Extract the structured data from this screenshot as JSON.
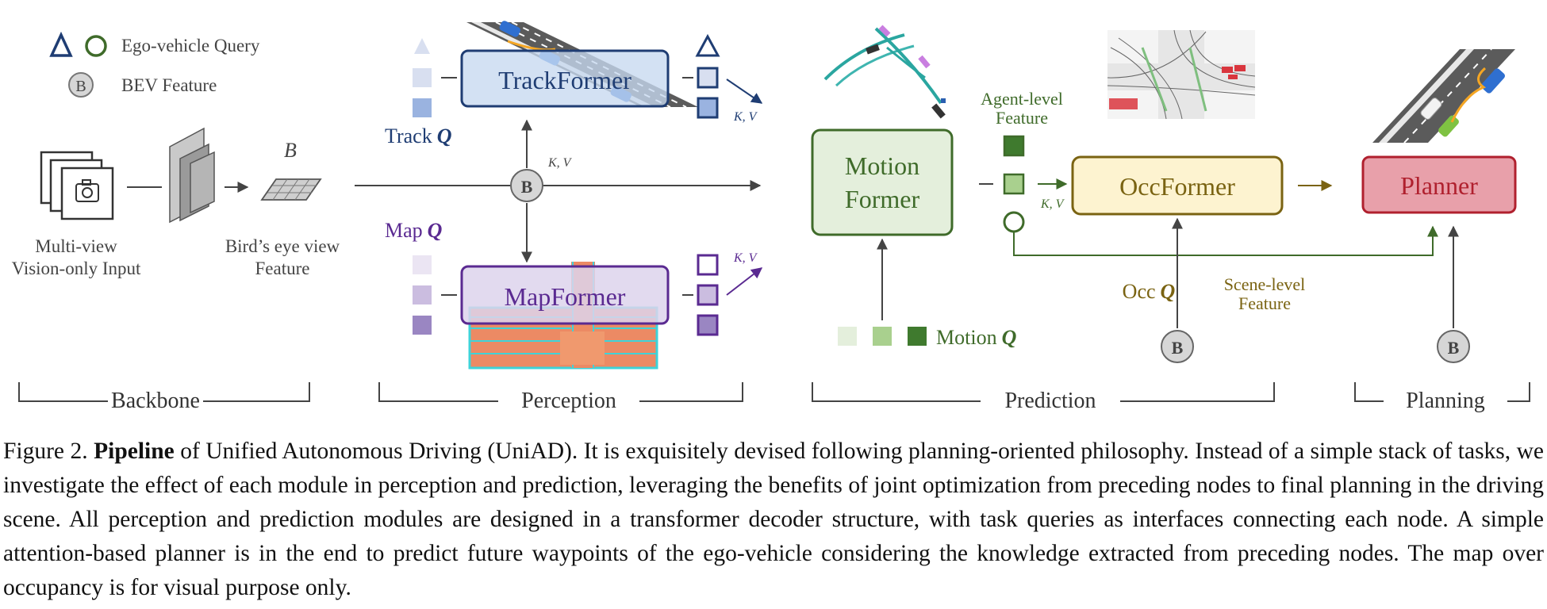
{
  "legend": {
    "query_label": "Ego-vehicle Query",
    "bev_label": "BEV Feature",
    "bev_glyph": "B"
  },
  "backbone": {
    "input_label_line1": "Multi-view",
    "input_label_line2": "Vision-only Input",
    "bev_symbol": "B",
    "bev_label_line1": "Bird’s eye view",
    "bev_label_line2": "Feature"
  },
  "modules": {
    "trackformer": "TrackFormer",
    "mapformer": "MapFormer",
    "motion_line1": "Motion",
    "motion_line2": "Former",
    "occformer": "OccFormer",
    "planner": "Planner"
  },
  "queries": {
    "track_text": "Track",
    "map_text": "Map",
    "motion_text": "Motion",
    "occ_text": "Occ",
    "q_symbol": "Q"
  },
  "labels": {
    "kv": "K, V",
    "agent_line1": "Agent-level",
    "agent_line2": "Feature",
    "scene_line1": "Scene-level",
    "scene_line2": "Feature"
  },
  "stages": {
    "backbone": "Backbone",
    "perception": "Perception",
    "prediction": "Prediction",
    "planning": "Planning"
  },
  "caption": {
    "prefix": "Figure 2.",
    "bold": "Pipeline",
    "text": "of Unified Autonomous Driving (UniAD). It is exquisitely devised following planning-oriented philosophy. Instead of a simple stack of tasks, we investigate the effect of each module in perception and prediction, leveraging the benefits of joint optimization from preceding nodes to final planning in the driving scene. All perception and prediction modules are designed in a transformer decoder structure, with task queries as interfaces connecting each node. A simple attention-based planner is in the end to predict future waypoints of the ego-vehicle considering the knowledge extracted from preceding nodes. The map over occupancy is for visual purpose only."
  },
  "colors": {
    "track": "#1f3d73",
    "track_fill": "#c6d9f0",
    "map": "#5a2a91",
    "map_fill": "#ddd3ec",
    "motion": "#3f6b2a",
    "motion_fill": "#e4efdc",
    "occ": "#7a6312",
    "occ_fill": "#fdf3d0",
    "planner": "#b0202e",
    "planner_fill": "#e8a0aa",
    "bev_gray": "#7f7f7f"
  }
}
